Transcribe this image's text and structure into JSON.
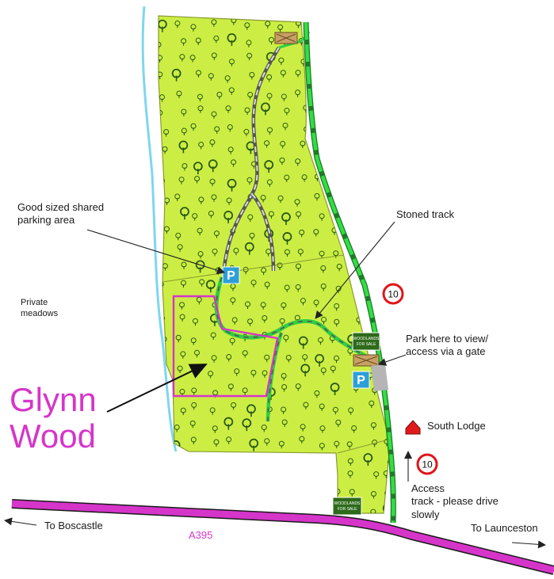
{
  "wood_name_line1": "Glynn",
  "wood_name_line2": "Wood",
  "labels": {
    "parking_area_line1": "Good sized shared",
    "parking_area_line2": "parking area",
    "private_meadows_line1": "Private",
    "private_meadows_line2": "meadows",
    "stoned_track": "Stoned track",
    "park_here_line1": "Park here to view/",
    "park_here_line2": "access via a gate",
    "south_lodge": "South Lodge",
    "access_line1": "Access",
    "access_line2": "track - please drive",
    "access_line3": "slowly",
    "to_boscastle": "To Boscastle",
    "to_launceston": "To Launceston",
    "road_name": "A395"
  },
  "parking_symbol": "P",
  "speed_limit": "10",
  "sale_sign_line1": "WOODLANDS",
  "sale_sign_line2": "FOR SALE",
  "colors": {
    "woodland": "#ccee44",
    "woodland_outline": "#8a9a30",
    "tree": "#2c5a14",
    "stream": "#7fd6ef",
    "road": "#d535c9",
    "access_track": "#33cc44",
    "parking": "#2d9fd8",
    "speed_ring": "#e0141a",
    "lodge": "#e01a1a",
    "highlight": "#d535c9",
    "path": "#777777"
  },
  "icons": [
    "tree-icon",
    "gate-icon",
    "parking-icon",
    "speed-limit-icon",
    "house-icon",
    "arrow-icon",
    "sale-sign-icon"
  ]
}
